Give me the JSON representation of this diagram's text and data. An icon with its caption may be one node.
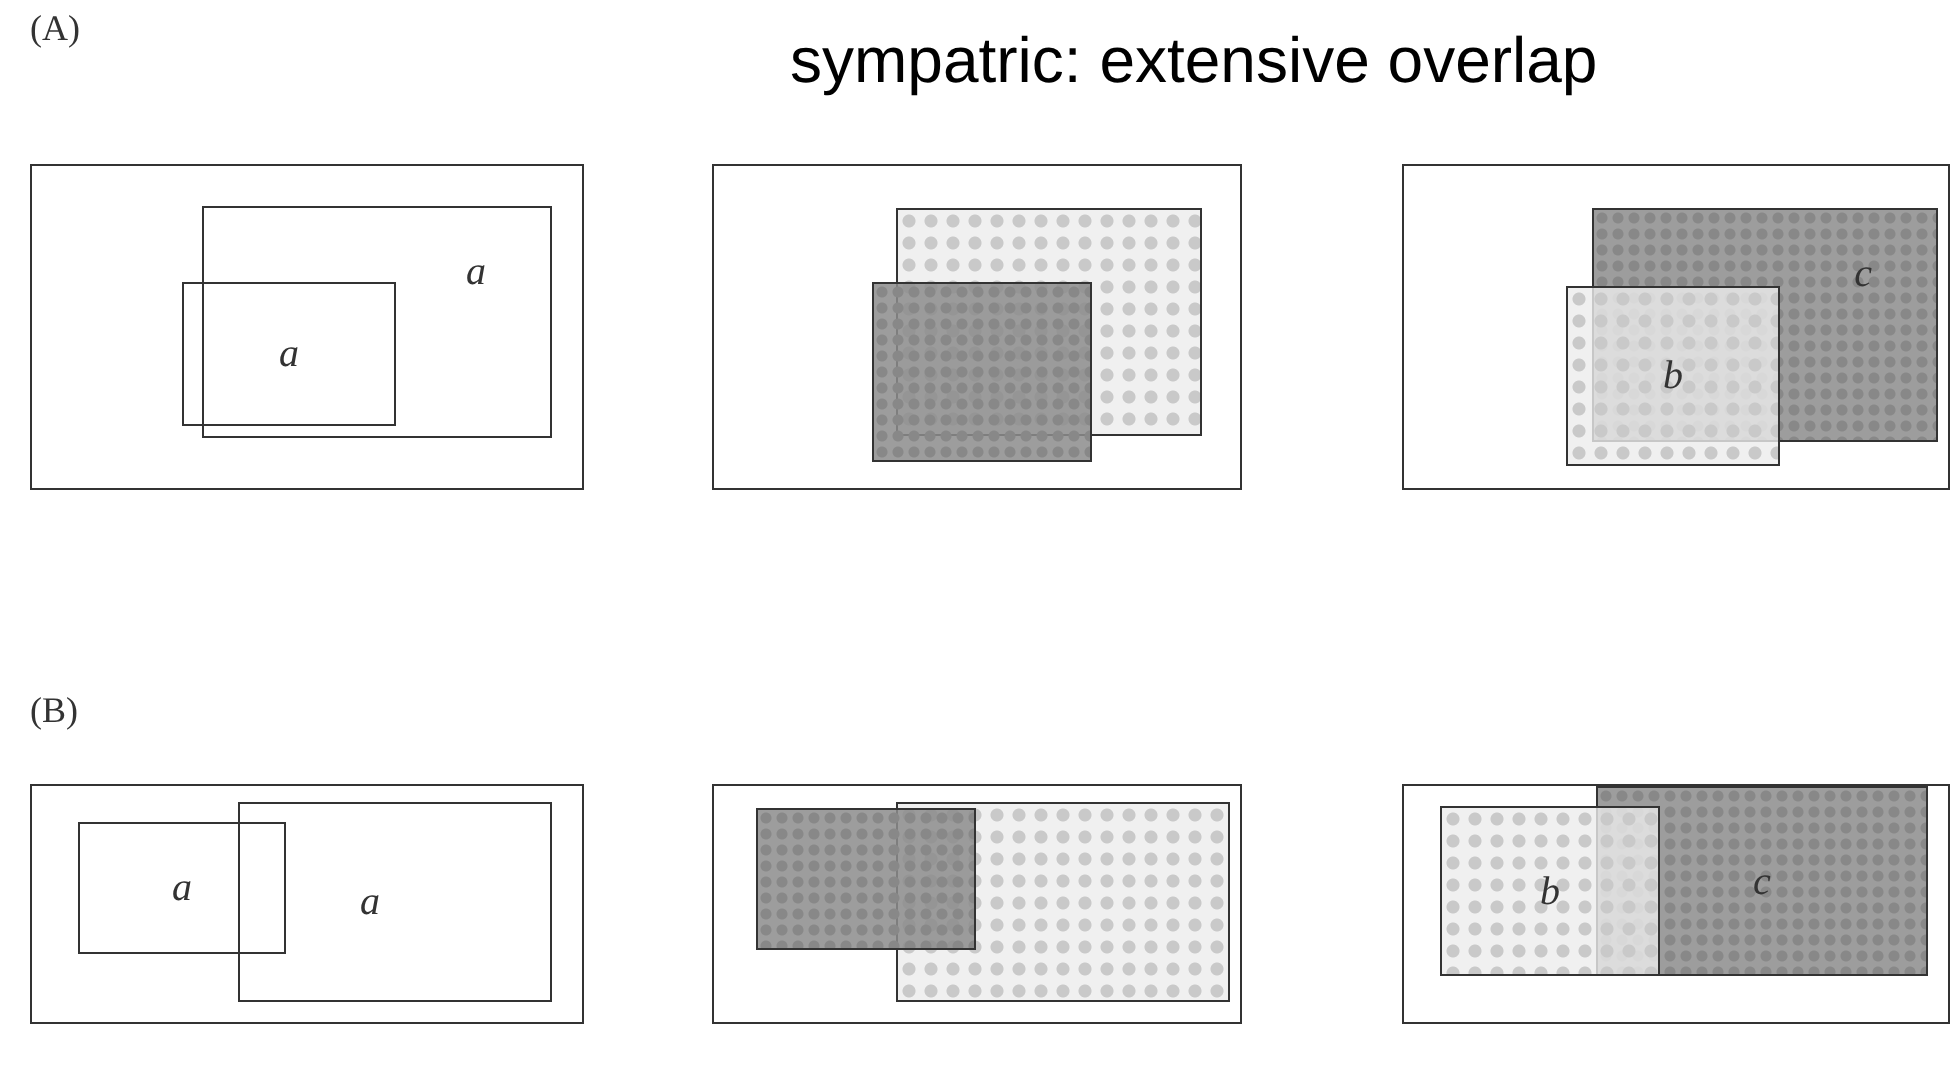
{
  "diagram": {
    "title": "sympatric: extensive overlap",
    "nodes": [
      {
        "text": [],
        "shape": "box"
      },
      {
        "text": [
          "a"
        ],
        "in": 0
      },
      {
        "text": [
          "a"
        ],
        "in": 0
      },
      {
        "text": [],
        "shape": "box"
      },
      {
        "text": [],
        "shape": "box",
        "in": 3
      },
      {
        "text": [],
        "shape": "box",
        "in": 3
      },
      {
        "text": [],
        "shape": "box"
      },
      {
        "text": [
          "c"
        ],
        "in": 6
      },
      {
        "text": [
          "b"
        ],
        "in": 6
      },
      {
        "text": [],
        "shape": "box"
      },
      {
        "text": [
          "a"
        ],
        "in": 9
      },
      {
        "text": [
          "a"
        ],
        "in": 9
      },
      {
        "text": [],
        "shape": "box"
      },
      {
        "text": [],
        "shape": "box",
        "in": 12
      },
      {
        "text": [],
        "shape": "box",
        "in": 12
      },
      {
        "text": [],
        "shape": "box"
      },
      {
        "text": [
          "b"
        ],
        "in": 15
      },
      {
        "text": [
          "c"
        ],
        "in": 15
      }
    ],
    "labels": [
      "(A)",
      "(B)"
    ]
  }
}
